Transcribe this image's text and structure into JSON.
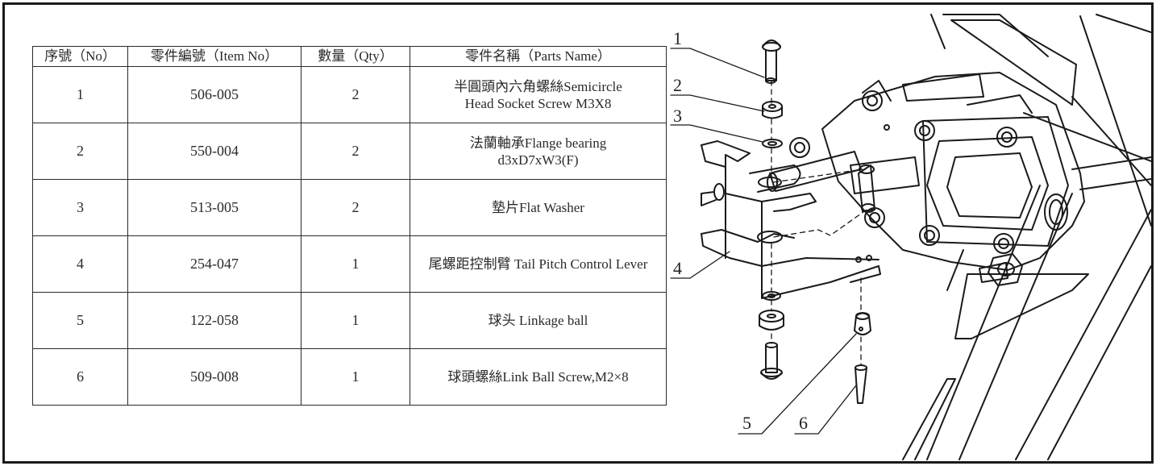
{
  "table": {
    "headers": {
      "no": "序號（No）",
      "item_no": "零件編號（Item No）",
      "qty": "數量（Qty）",
      "parts_name": "零件名稱（Parts Name）"
    },
    "rows": [
      {
        "no": "1",
        "item_no": "506-005",
        "qty": "2",
        "name_line1": "半圓頭內六角螺絲Semicircle",
        "name_line2": "Head Socket Screw M3X8"
      },
      {
        "no": "2",
        "item_no": "550-004",
        "qty": "2",
        "name_line1": "法蘭軸承Flange bearing",
        "name_line2": "d3xD7xW3(F)"
      },
      {
        "no": "3",
        "item_no": "513-005",
        "qty": "2",
        "name_line1": "墊片Flat Washer",
        "name_line2": ""
      },
      {
        "no": "4",
        "item_no": "254-047",
        "qty": "1",
        "name_line1": "尾螺距控制臂 Tail Pitch Control Lever",
        "name_line2": ""
      },
      {
        "no": "5",
        "item_no": "122-058",
        "qty": "1",
        "name_line1": "球头 Linkage ball",
        "name_line2": ""
      },
      {
        "no": "6",
        "item_no": "509-008",
        "qty": "1",
        "name_line1": "球頭螺絲Link Ball Screw,M2×8",
        "name_line2": ""
      }
    ]
  },
  "diagram": {
    "callouts": [
      "1",
      "2",
      "3",
      "4",
      "5",
      "6"
    ]
  }
}
